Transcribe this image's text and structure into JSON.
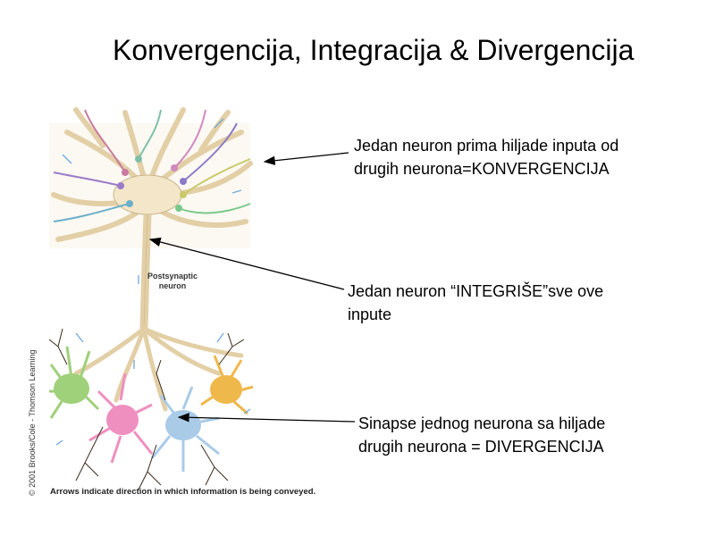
{
  "slide": {
    "title": "Konvergencija, Integracija & Divergencija"
  },
  "figure": {
    "label_line1": "Postsynaptic",
    "label_line2": "neuron",
    "caption": "Arrows indicate direction in which information is being conveyed.",
    "credit": "© 2001 Brooks/Cole - Thomson Learning"
  },
  "annotations": {
    "convergence": {
      "line1": "Jedan neuron prima hiljade inputa od",
      "line2": "drugih neurona=KONVERGENCIJA"
    },
    "integration": {
      "line1": "Jedan neuron “INTEGRIŠE”sve ove",
      "line2": "inpute"
    },
    "divergence": {
      "line1": "Sinapse jednog neurona sa hiljade",
      "line2": "drugih neurona = DIVERGENCIJA"
    }
  },
  "colors": {
    "neuron_body": "#f4e6c9",
    "neuron_outline": "#c9b48a",
    "green_neuron": "#9fd07a",
    "pink_neuron": "#ef8fbf",
    "blue_neuron": "#a9cbe8",
    "orange_neuron": "#efb84a",
    "arrow_blue": "#6fa8dc"
  }
}
